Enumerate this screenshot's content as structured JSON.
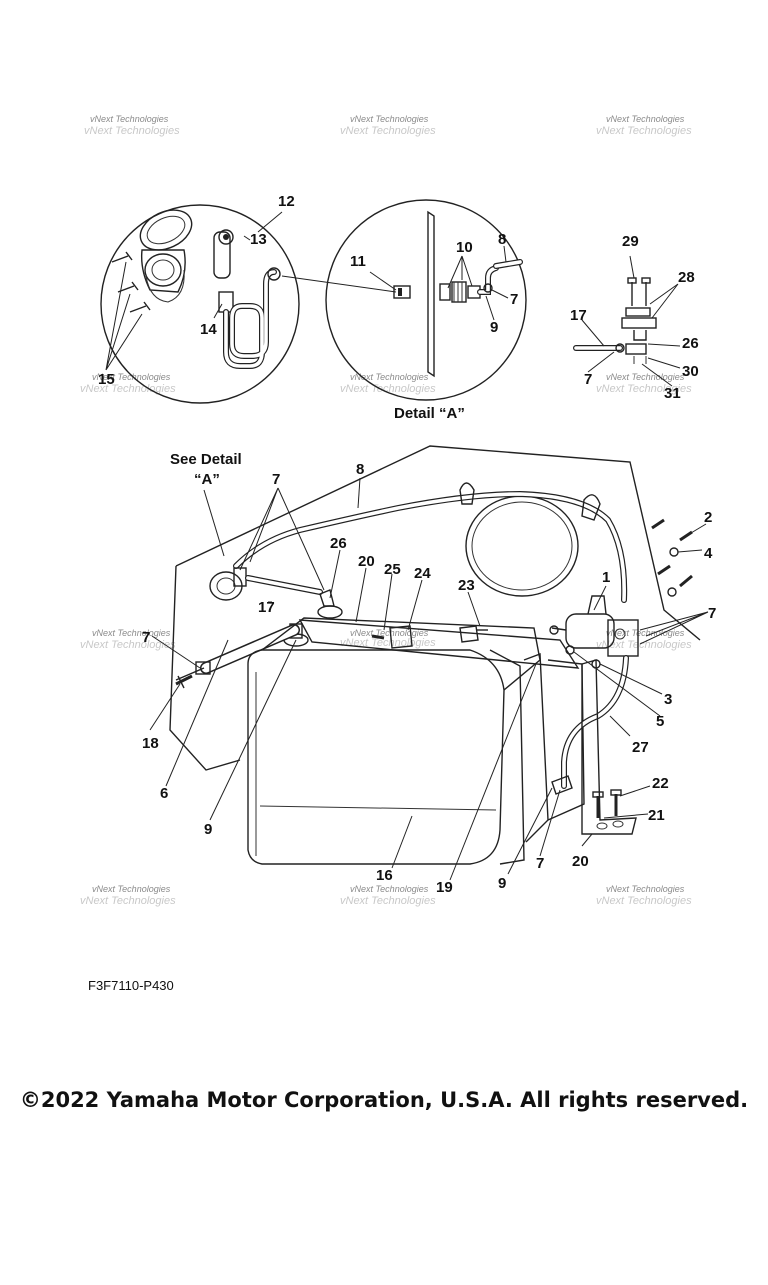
{
  "watermark": "vNext Technologies",
  "detail_caption": "Detail “A”",
  "see_detail": [
    "See  Detail",
    "“A”"
  ],
  "callouts": {
    "c1": "1",
    "c2": "2",
    "c3": "3",
    "c4": "4",
    "c5": "5",
    "c6": "6",
    "c7": "7",
    "c8": "8",
    "c9": "9",
    "c10": "10",
    "c11": "11",
    "c12": "12",
    "c13": "13",
    "c14": "14",
    "c15": "15",
    "c16": "16",
    "c17": "17",
    "c18": "18",
    "c19": "19",
    "c20": "20",
    "c21": "21",
    "c22": "22",
    "c23": "23",
    "c24": "24",
    "c25": "25",
    "c26": "26",
    "c27": "27",
    "c28": "28",
    "c29": "29",
    "c30": "30",
    "c31": "31"
  },
  "figure_code": "F3F7110-P430",
  "copyright": "©2022 Yamaha Motor Corporation, U.S.A. All rights reserved."
}
